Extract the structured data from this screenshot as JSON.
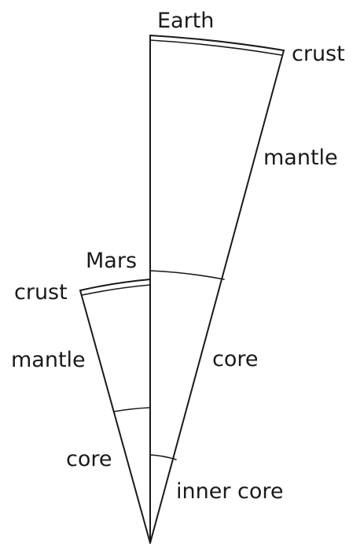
{
  "earth": {
    "title": "Earth",
    "layers": {
      "crust": "crust",
      "mantle": "mantle",
      "core": "core",
      "inner_core": "inner core"
    }
  },
  "mars": {
    "title": "Mars",
    "layers": {
      "crust": "crust",
      "mantle": "mantle",
      "core": "core"
    }
  },
  "colors": {
    "stroke": "#1a1a1a",
    "background": "#ffffff"
  }
}
